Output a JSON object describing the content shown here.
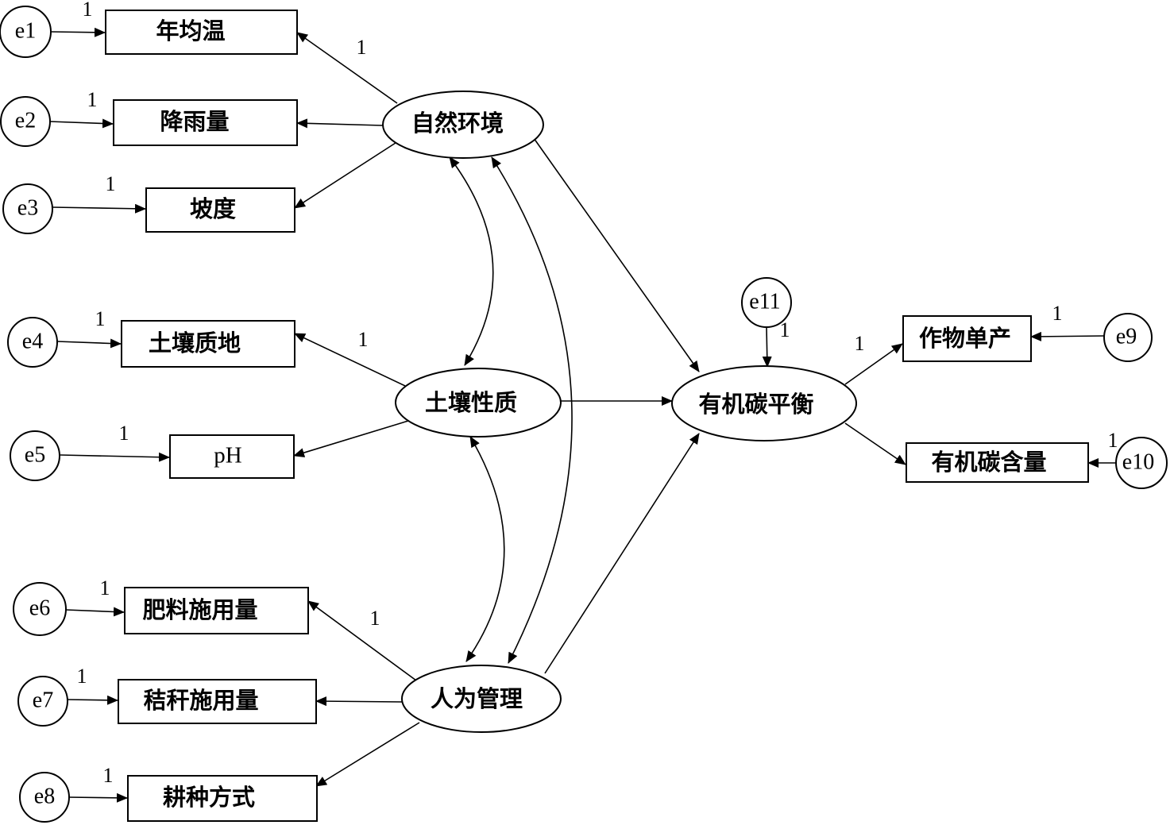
{
  "latent": {
    "natural_env": "自然环境",
    "soil_prop": "土壤性质",
    "human_mgmt": "人为管理",
    "carbon_balance": "有机碳平衡"
  },
  "observed": {
    "temp": "年均温",
    "rain": "降雨量",
    "slope": "坡度",
    "texture": "土壤质地",
    "ph": "pH",
    "fert": "肥料施用量",
    "straw": "秸秆施用量",
    "tillage": "耕种方式",
    "yield": "作物单产",
    "carbon_content": "有机碳含量"
  },
  "errors": {
    "e1": "e1",
    "e2": "e2",
    "e3": "e3",
    "e4": "e4",
    "e5": "e5",
    "e6": "e6",
    "e7": "e7",
    "e8": "e8",
    "e9": "e9",
    "e10": "e10",
    "e11": "e11"
  },
  "weights": {
    "w_e1": "1",
    "w_e2": "1",
    "w_e3": "1",
    "w_e4": "1",
    "w_e5": "1",
    "w_e6": "1",
    "w_e7": "1",
    "w_e8": "1",
    "w_e9": "1",
    "w_e10": "1",
    "w_e11": "1",
    "w_natural": "1",
    "w_soil": "1",
    "w_human": "1",
    "w_yield": "1"
  }
}
